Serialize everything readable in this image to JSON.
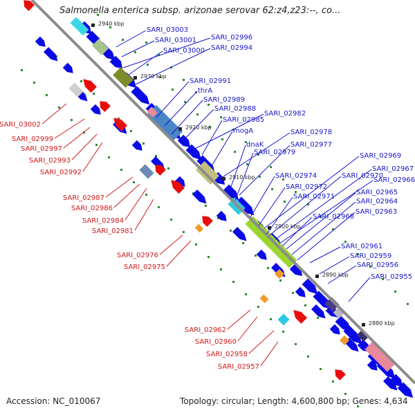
{
  "title": "Salmonella enterica subsp. arizonae serovar 62:z4,z23:--, co...",
  "accession_text": "Accession: NC_010067",
  "summary_text": "Topology: circular; Length: 4,600,800 bp; Genes: 4,634",
  "colors": {
    "backbone": "#8c8c8c",
    "forward_gene": "#0a0ae6",
    "reverse_gene": "#e80c0c",
    "forward_label": "#1414c8",
    "reverse_label": "#d01818",
    "tick_dots": "#2e8b2e"
  },
  "ruler_ticks": [
    "2940 kbp",
    "2930 kbp",
    "2920 kbp",
    "2910 kbp",
    "2900 kbp",
    "2890 kbp",
    "2880 kbp"
  ],
  "forward_labels": [
    "SARI_03003",
    "SARI_03001",
    "SARI_02996",
    "SARI_03000",
    "SARI_02994",
    "SARI_02991",
    "thrA",
    "SARI_02989",
    "SARI_02988",
    "SARI_02982",
    "SARI_02985",
    "mogA",
    "SARI_02978",
    "dnaK",
    "SARI_02977",
    "SARI_02979",
    "SARI_02969",
    "SARI_02970",
    "SARI_02974",
    "SARI_02967",
    "SARI_02966",
    "SARI_02972",
    "SARI_02965",
    "SARI_02971",
    "SARI_02964",
    "SARI_02963",
    "SARI_02968",
    "SARI_02961",
    "SARI_02959",
    "SARI_02956",
    "SARI_02955"
  ],
  "reverse_labels": [
    "SARI_03002",
    "SARI_02999",
    "SARI_02997",
    "SARI_02993",
    "SARI_02992",
    "SARI_02987",
    "SARI_02986",
    "SARI_02984",
    "SARI_02981",
    "SARI_02976",
    "SARI_02975",
    "SARI_02962",
    "SARI_02960",
    "SARI_02958",
    "SARI_02957"
  ]
}
